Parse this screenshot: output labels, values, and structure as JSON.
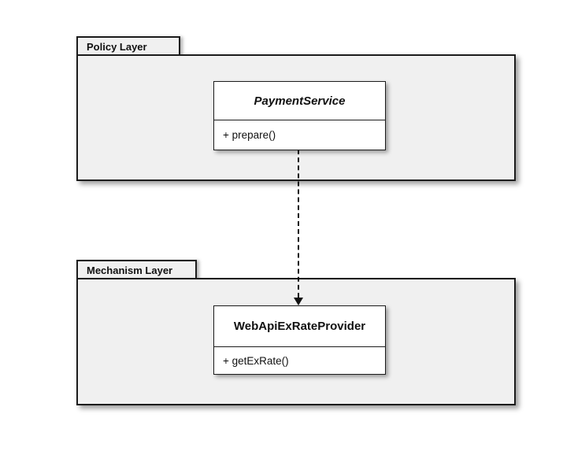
{
  "diagram_type": "uml-package-class-diagram",
  "colors": {
    "background": "#ffffff",
    "package_fill": "#f0f0f0",
    "class_fill": "#ffffff",
    "border": "#1c1c1c",
    "arrow": "#111111"
  },
  "packages": [
    {
      "name": "Policy Layer"
    },
    {
      "name": "Mechanism Layer"
    }
  ],
  "classes": [
    {
      "name": "PaymentService",
      "style": "abstract",
      "package": "Policy Layer",
      "methods": [
        "+ prepare()"
      ]
    },
    {
      "name": "WebApiExRateProvider",
      "style": "concrete",
      "package": "Mechanism Layer",
      "methods": [
        "+ getExRate()"
      ]
    }
  ],
  "relationships": [
    {
      "type": "dependency",
      "from": "PaymentService",
      "to": "WebApiExRateProvider",
      "line": "dashed",
      "arrowhead": "filled-triangle-down"
    }
  ]
}
